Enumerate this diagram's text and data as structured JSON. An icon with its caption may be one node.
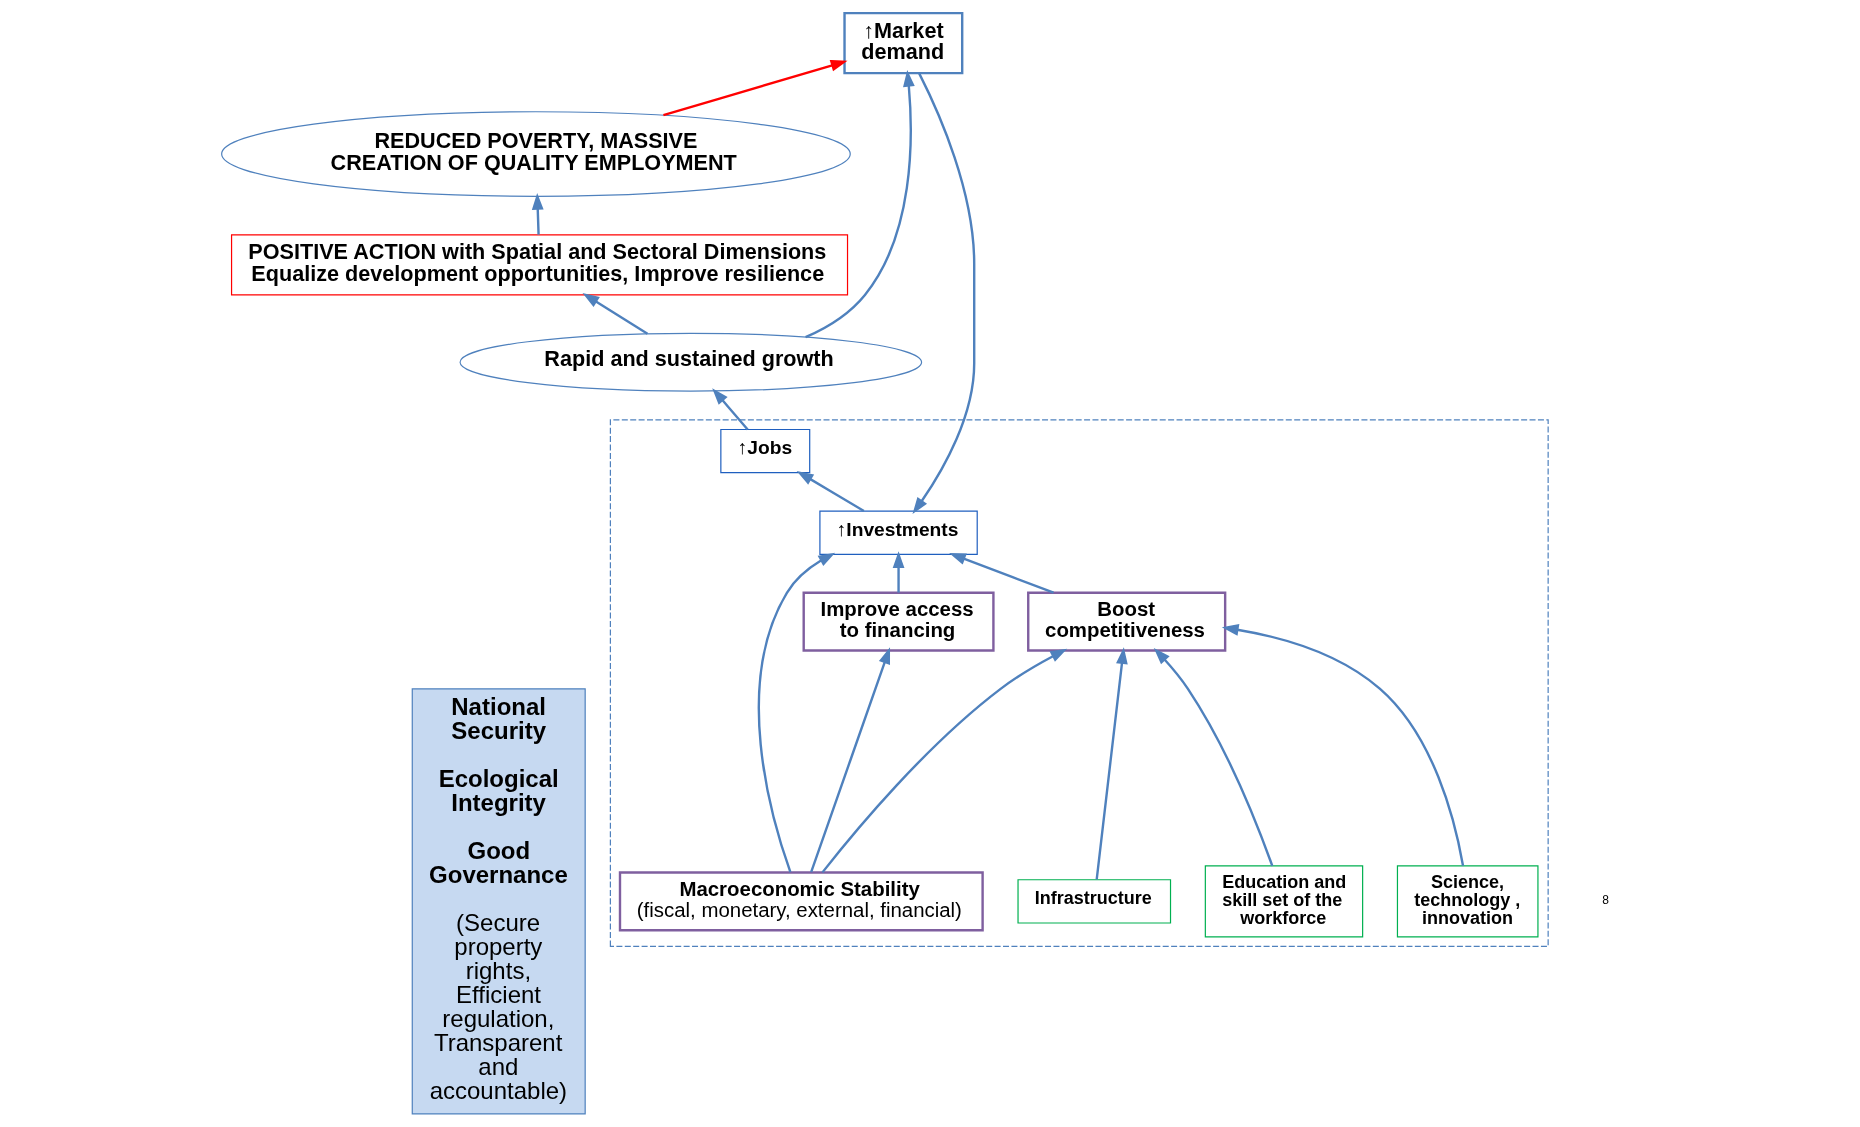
{
  "diagram": {
    "nodes": [
      {
        "text": [
          "National Security",
          "Ecological Integrity",
          "Good Governance",
          "(Secure property rights, Efficient regulation, Transparent and accountable)"
        ]
      },
      {
        "text": [
          "REDUCED POVERTY, MASSIVE CREATION OF QUALITY EMPLOYMENT"
        ]
      },
      {
        "text": [
          "POSITIVE ACTION with Spatial and Sectoral Dimensions",
          "Equalize development opportunities, Improve resilience"
        ]
      },
      {
        "text": [
          "Rapid and sustained growth"
        ]
      },
      {
        "text": [
          "↑Market demand"
        ]
      },
      {
        "text": [],
        "shape": "box"
      },
      {
        "text": [
          "↑Jobs"
        ],
        "in": 5
      },
      {
        "text": [
          "↑Investments"
        ],
        "in": 5
      },
      {
        "text": [
          "Science, technology , innovation"
        ],
        "in": 5
      },
      {
        "text": [
          "Education and skill set of the workforce"
        ],
        "in": 5
      },
      {
        "text": [
          "Infrastructure"
        ],
        "in": 5
      },
      {
        "text": [
          "Boost competitiveness"
        ],
        "in": 5
      },
      {
        "text": [
          "Improve access to financing"
        ],
        "in": 5
      },
      {
        "text": [
          "Macroeconomic Stability",
          "(fiscal, monetary, external, financial)"
        ],
        "in": 5
      }
    ],
    "edges": [
      {
        "from": 3,
        "to": 2,
        "arrow": "to"
      },
      {
        "from": 2,
        "to": 1,
        "arrow": "to"
      },
      {
        "from": 1,
        "to": 4,
        "arrow": "to",
        "color": "#ff0000"
      },
      {
        "from": 3,
        "to": 4,
        "arrow": "to"
      },
      {
        "from": 4,
        "to": 7,
        "arrow": "to"
      },
      {
        "from": 7,
        "to": 6,
        "arrow": "to"
      },
      {
        "from": 6,
        "to": 3,
        "arrow": "to"
      },
      {
        "from": 8,
        "to": 11,
        "arrow": "to"
      },
      {
        "from": 9,
        "to": 11,
        "arrow": "to"
      },
      {
        "from": 10,
        "to": 11,
        "arrow": "to"
      },
      {
        "from": 11,
        "to": 7,
        "arrow": "to"
      },
      {
        "from": 12,
        "to": 7,
        "arrow": "to"
      },
      {
        "from": 13,
        "to": 11,
        "arrow": "to"
      },
      {
        "from": 13,
        "to": 12,
        "arrow": "to"
      },
      {
        "from": 13,
        "to": 7,
        "arrow": "to"
      }
    ],
    "labels": [
      "8"
    ]
  }
}
